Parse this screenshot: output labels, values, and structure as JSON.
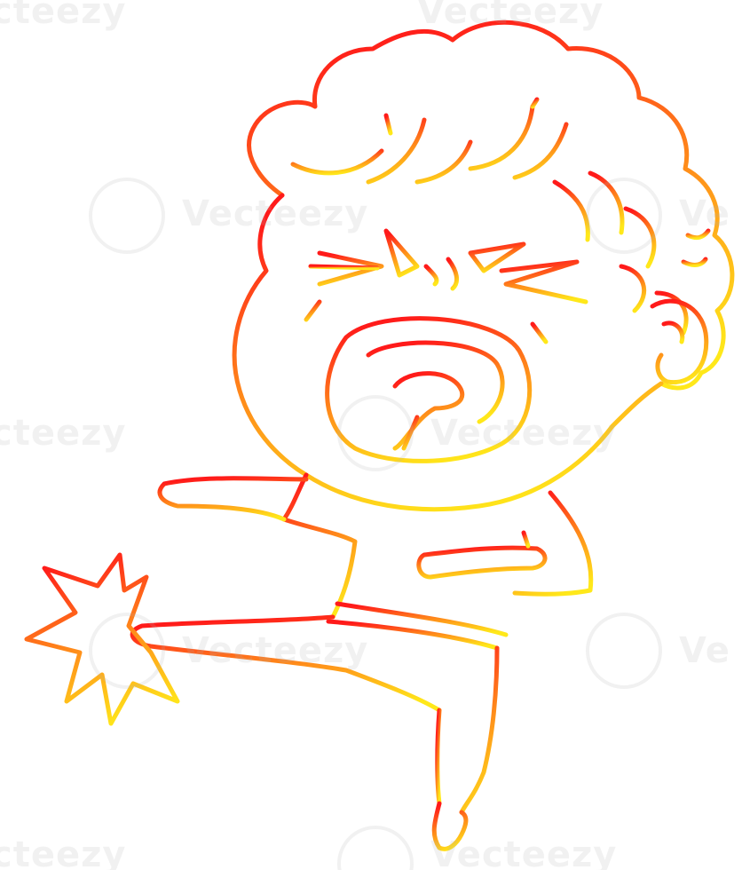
{
  "image": {
    "subject": "",
    "gradient": {
      "stop_top": "#ff1a1a",
      "stop_mid": "#ff8a1a",
      "stop_bottom": "#ffe81a"
    },
    "background": "#ffffff"
  },
  "watermark": {
    "text_primary": "Vecteezy",
    "text_left_fragment": "cteezy",
    "text_right_fragment": "Ve",
    "text_top_left": "cteezy",
    "text_top_center": "Vecteezy",
    "text_bottom_left": "cteezy",
    "text_bottom_center": "Vecteezy"
  }
}
